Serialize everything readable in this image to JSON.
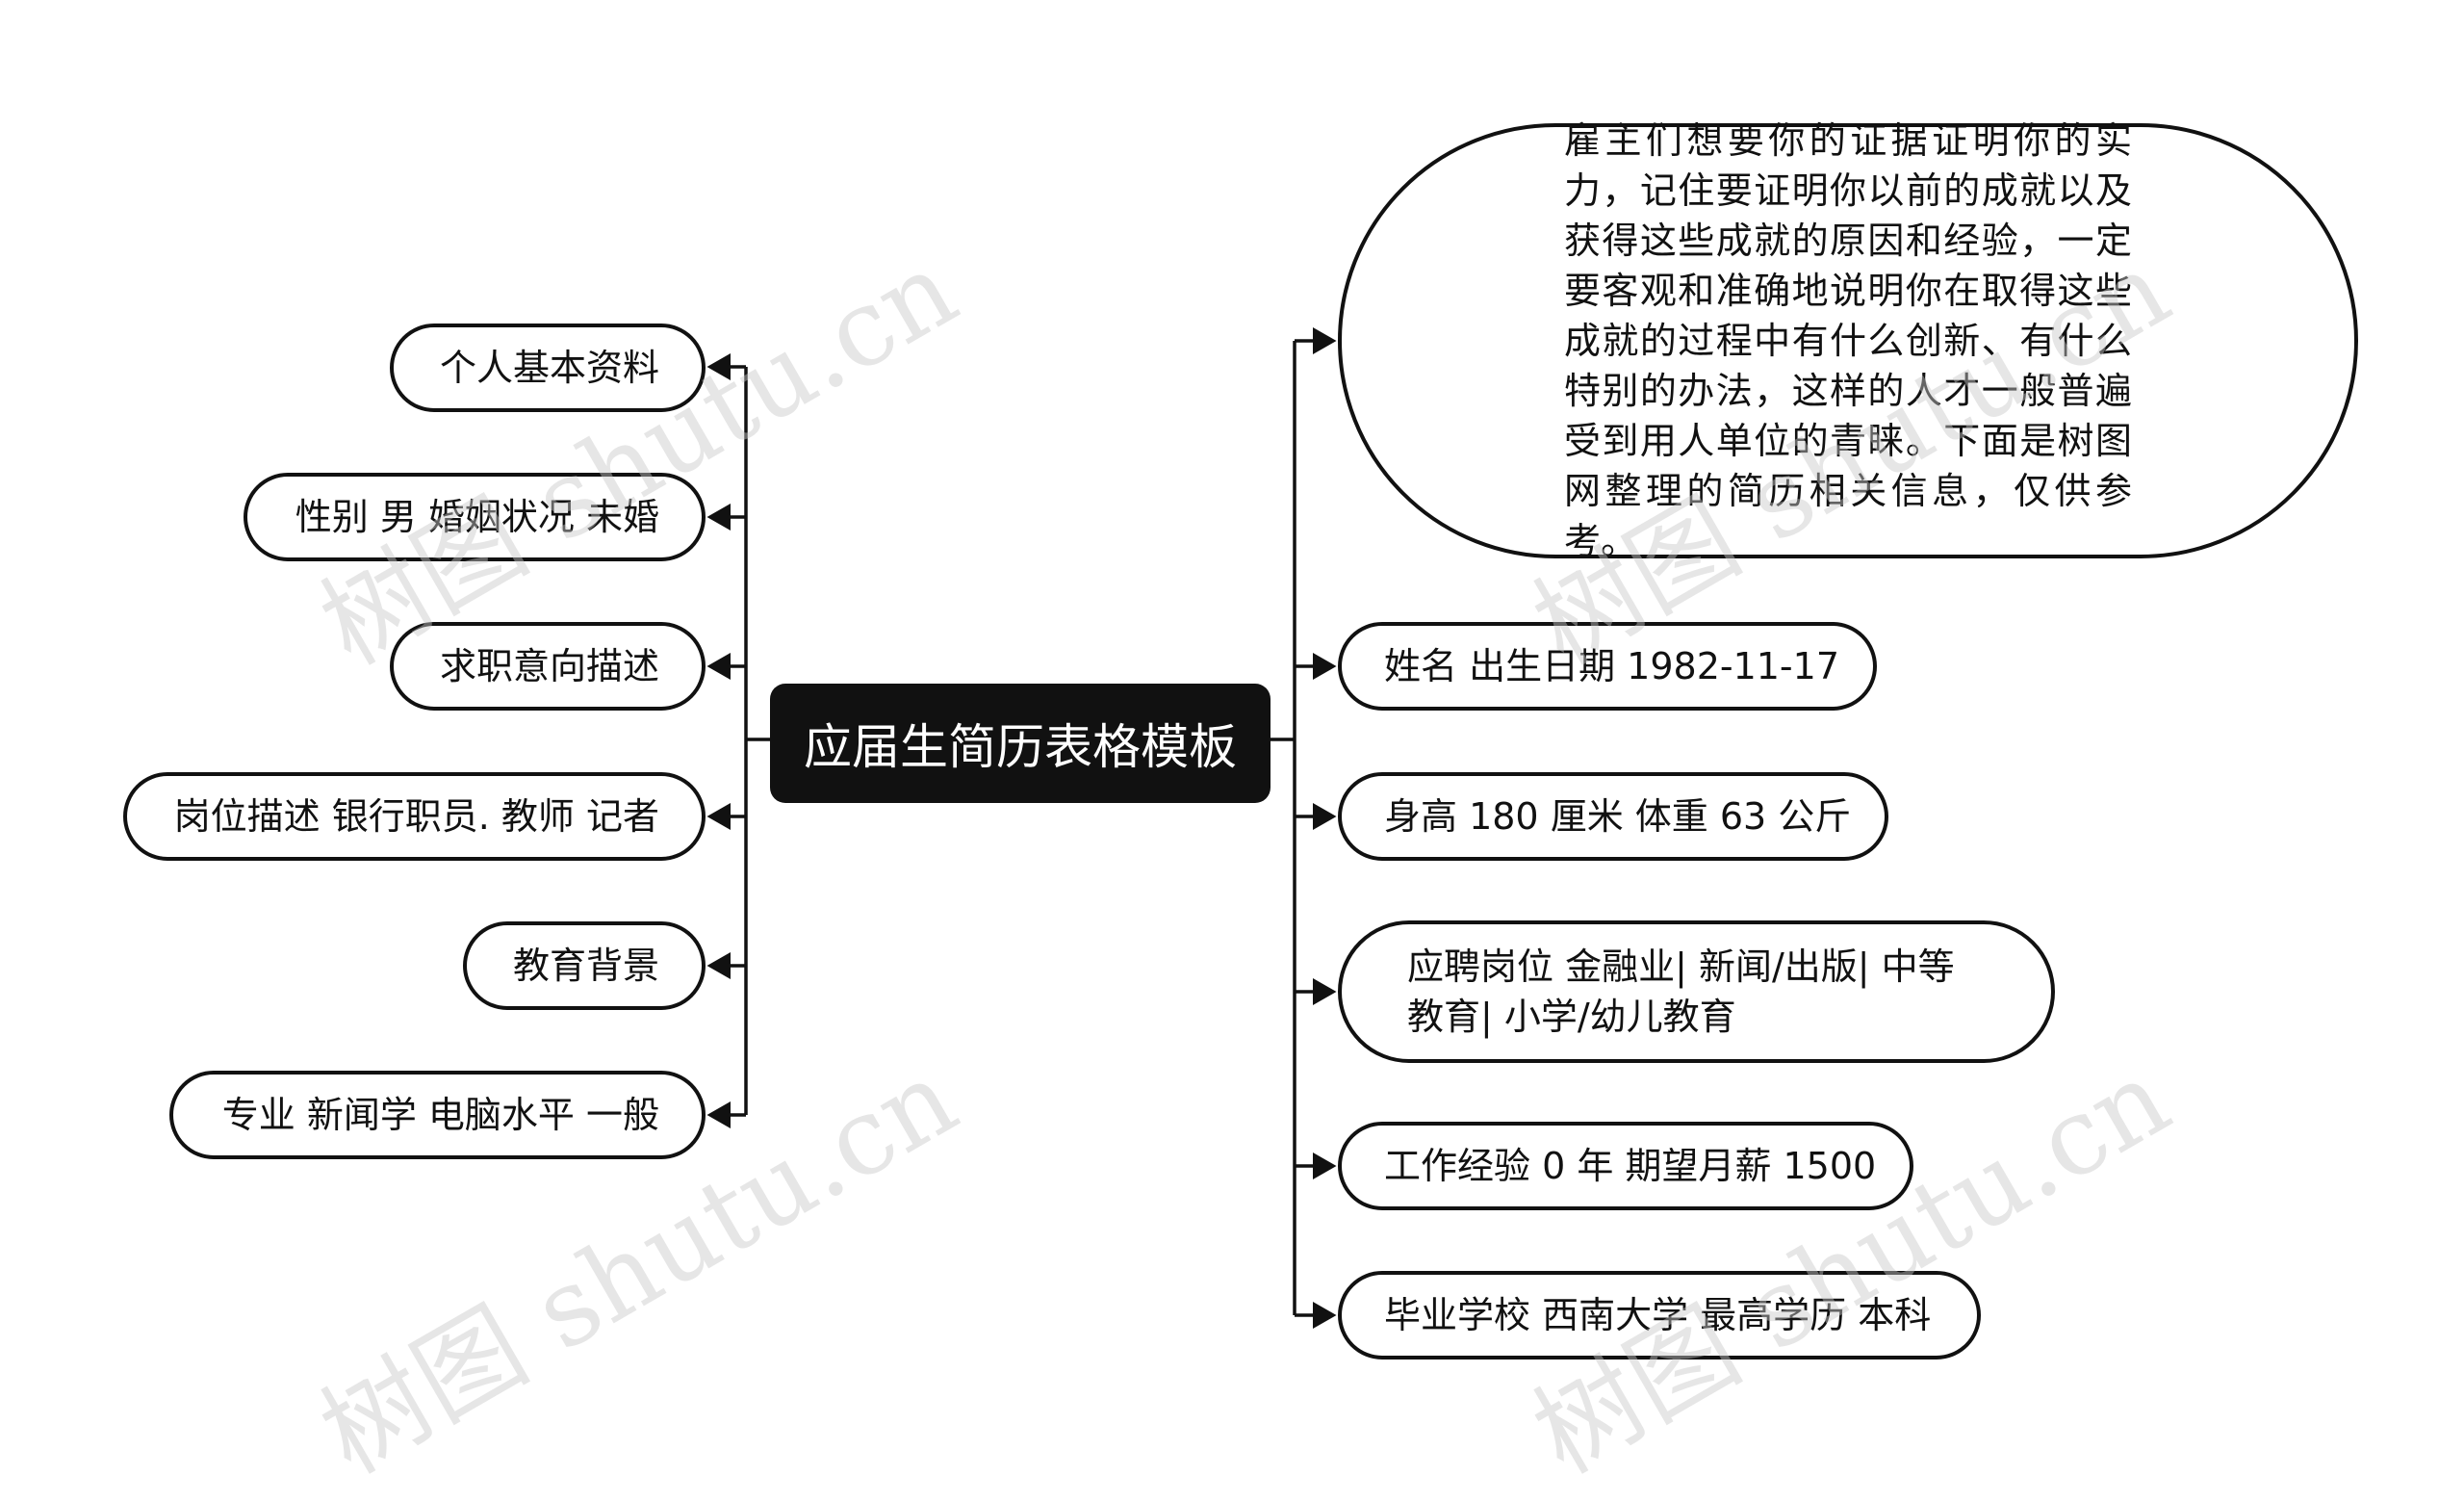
{
  "watermark": "树图 shutu.cn",
  "colors": {
    "stroke": "#111111",
    "root_fill": "#111111",
    "root_text": "#ffffff",
    "node_fill": "#ffffff"
  },
  "root": {
    "label": "应届生简历表格模板"
  },
  "left_nodes": [
    {
      "label": "个人基本资料"
    },
    {
      "label": "性别 男 婚姻状况 未婚"
    },
    {
      "label": "求职意向描述"
    },
    {
      "label": "岗位描述 银行职员. 教师 记者"
    },
    {
      "label": "教育背景"
    },
    {
      "label": "专业 新闻学 电脑水平 一般"
    }
  ],
  "right_nodes": [
    {
      "label": "雇主们想要你的证据证明你的实力，记住要证明你以前的成就以及获得这些成就的原因和经验，一定要客观和准确地说明你在取得这些成就的过程中有什么创新、有什么特别的办法，这样的人才一般普遍受到用人单位的青睐。下面是树图网整理的简历相关信息，仅供参考。"
    },
    {
      "label": "姓名 出生日期 1982-11-17"
    },
    {
      "label": "身高 180 厘米 体重 63 公斤"
    },
    {
      "label": "应聘岗位 金融业| 新闻/出版| 中等教育| 小学/幼儿教育"
    },
    {
      "label": "工作经验 0 年 期望月薪 1500"
    },
    {
      "label": "毕业学校 西南大学 最高学历 本科"
    }
  ]
}
